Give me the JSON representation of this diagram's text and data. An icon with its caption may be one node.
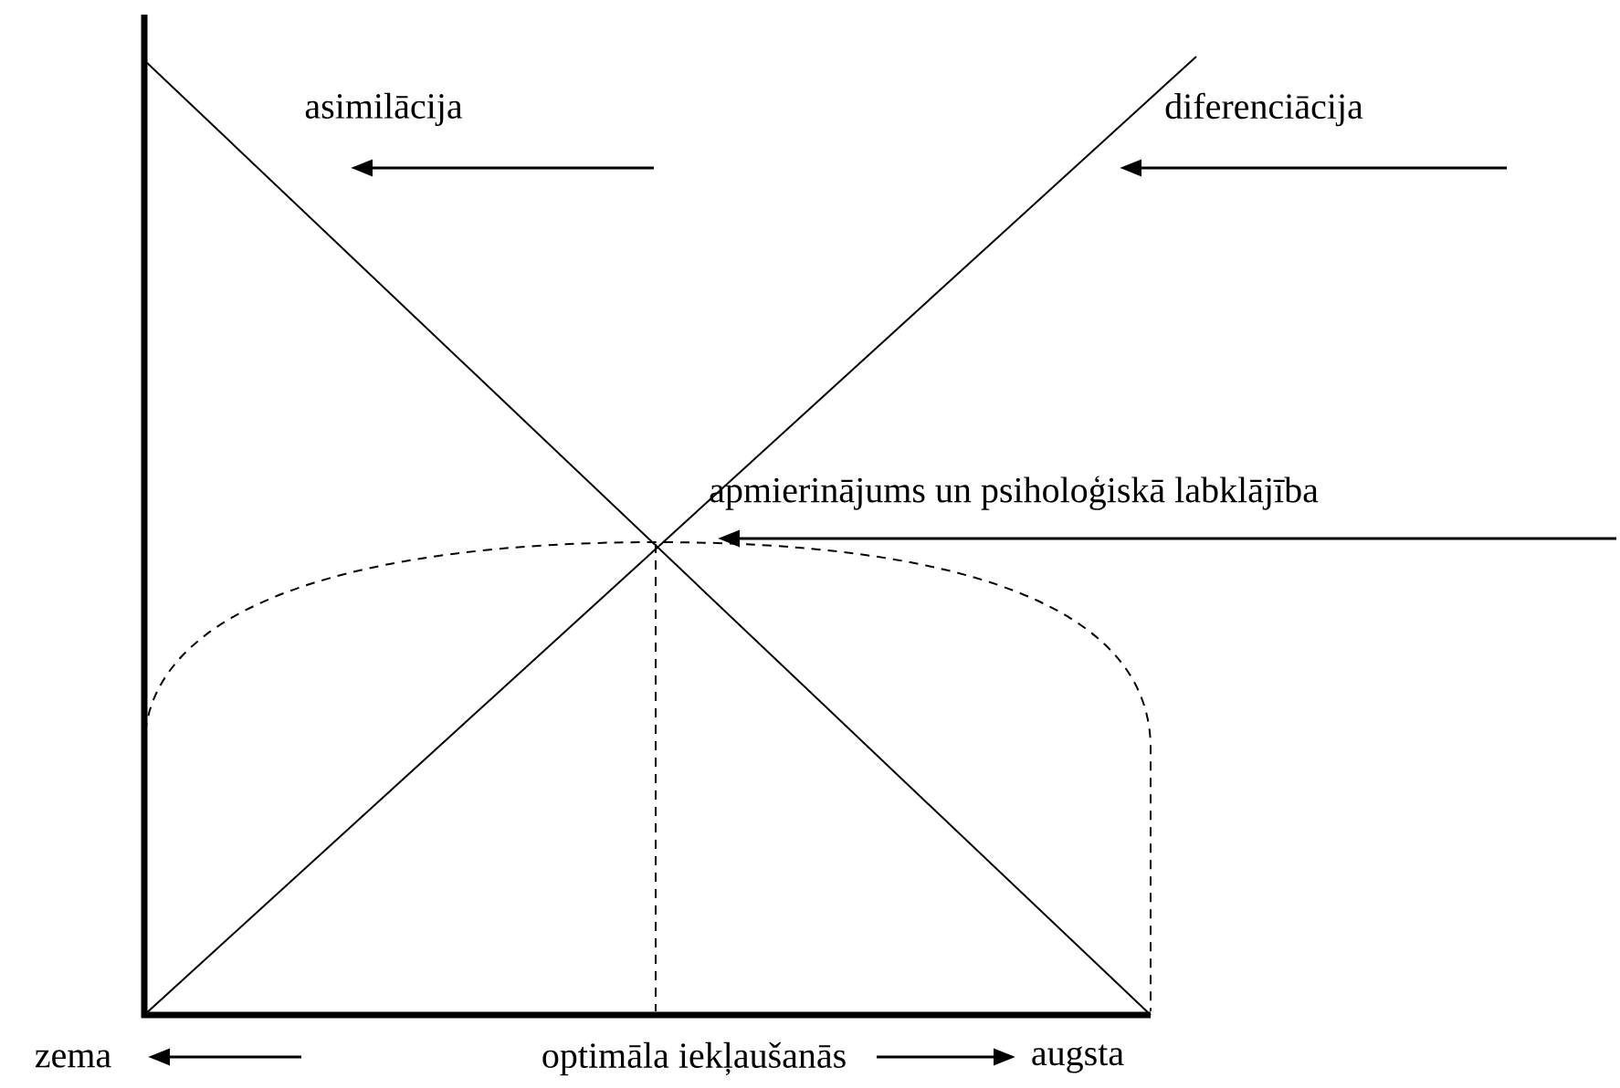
{
  "diagram": {
    "labels": [
      "asimilācija",
      "diferenciācija",
      "apmierinājums un psiholoģiskā labklājība",
      "zema",
      "optimāla iekļaušanās",
      "augsta"
    ]
  }
}
